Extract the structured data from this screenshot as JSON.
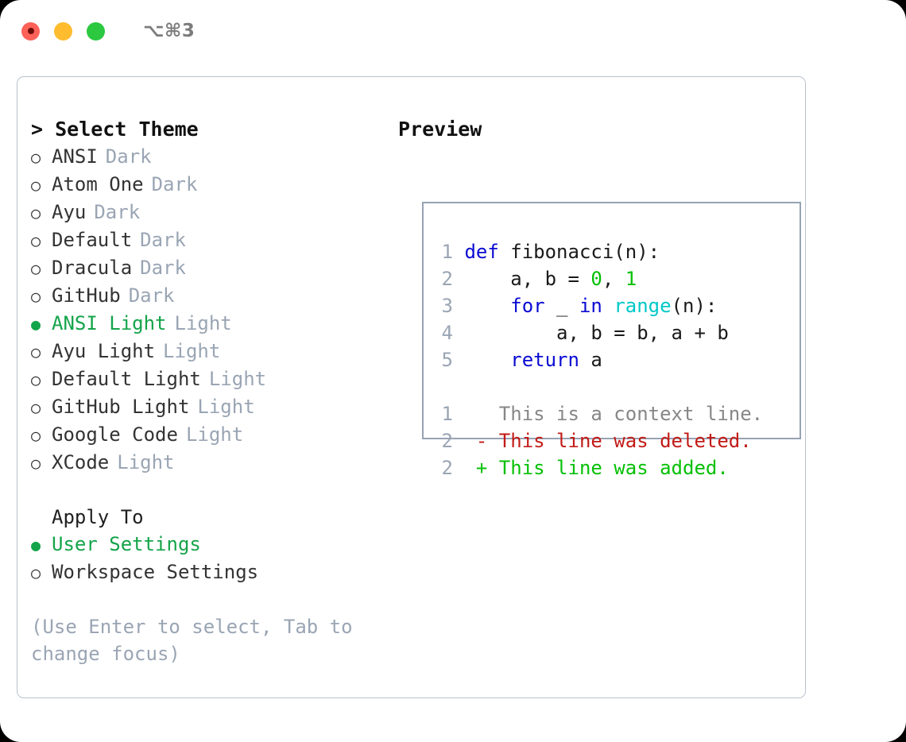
{
  "titlebar": {
    "shortcut": "⌥⌘3",
    "buttons": [
      {
        "name": "close",
        "color": "#fd6158"
      },
      {
        "name": "minimize",
        "color": "#febc2e"
      },
      {
        "name": "maximize",
        "color": "#2bc840"
      }
    ]
  },
  "theme_list": {
    "heading": "> Select Theme",
    "radio_unselected": "○",
    "radio_selected": "●",
    "items": [
      {
        "label": "ANSI",
        "suffix": "Dark",
        "selected": false
      },
      {
        "label": "Atom One",
        "suffix": "Dark",
        "selected": false
      },
      {
        "label": "Ayu",
        "suffix": "Dark",
        "selected": false
      },
      {
        "label": "Default",
        "suffix": "Dark",
        "selected": false
      },
      {
        "label": "Dracula",
        "suffix": "Dark",
        "selected": false
      },
      {
        "label": "GitHub",
        "suffix": "Dark",
        "selected": false
      },
      {
        "label": "ANSI Light",
        "suffix": "Light",
        "selected": true
      },
      {
        "label": "Ayu Light",
        "suffix": "Light",
        "selected": false
      },
      {
        "label": "Default Light",
        "suffix": "Light",
        "selected": false
      },
      {
        "label": "GitHub Light",
        "suffix": "Light",
        "selected": false
      },
      {
        "label": "Google Code",
        "suffix": "Light",
        "selected": false
      },
      {
        "label": "XCode",
        "suffix": "Light",
        "selected": false
      }
    ]
  },
  "apply_to": {
    "heading": "Apply To",
    "items": [
      {
        "label": "User Settings",
        "selected": true
      },
      {
        "label": "Workspace Settings",
        "selected": false
      }
    ]
  },
  "hint": "(Use Enter to select, Tab to change focus)",
  "preview": {
    "heading": "Preview",
    "code_lines": [
      {
        "number": "1",
        "tokens": [
          {
            "text": "def",
            "kind": "kw"
          },
          {
            "text": " fibonacci(n):",
            "kind": "def"
          }
        ]
      },
      {
        "number": "2",
        "tokens": [
          {
            "text": "    a, b = ",
            "kind": "def"
          },
          {
            "text": "0",
            "kind": "num"
          },
          {
            "text": ", ",
            "kind": "def"
          },
          {
            "text": "1",
            "kind": "num"
          }
        ]
      },
      {
        "number": "3",
        "tokens": [
          {
            "text": "    ",
            "kind": "def"
          },
          {
            "text": "for",
            "kind": "kw"
          },
          {
            "text": " _ ",
            "kind": "def"
          },
          {
            "text": "in",
            "kind": "kw"
          },
          {
            "text": " ",
            "kind": "def"
          },
          {
            "text": "range",
            "kind": "fn"
          },
          {
            "text": "(n):",
            "kind": "def"
          }
        ]
      },
      {
        "number": "4",
        "tokens": [
          {
            "text": "        a, b = b, a + b",
            "kind": "def"
          }
        ]
      },
      {
        "number": "5",
        "tokens": [
          {
            "text": "    ",
            "kind": "def"
          },
          {
            "text": "return",
            "kind": "kw"
          },
          {
            "text": " a",
            "kind": "def"
          }
        ]
      }
    ],
    "diff_lines": [
      {
        "number": "1",
        "marker": "  ",
        "text": "This is a context line.",
        "kind": "ctx"
      },
      {
        "number": "2",
        "marker": "- ",
        "text": "This line was deleted.",
        "kind": "del"
      },
      {
        "number": "2",
        "marker": "+ ",
        "text": "This line was added.",
        "kind": "add"
      }
    ]
  },
  "colors": {
    "accent_green": "#14a44a",
    "muted": "#9aa5b4",
    "text": "#333333",
    "keyword": "#0a0ad2",
    "function": "#00c8c8",
    "number": "#05c005",
    "deleted": "#c21b17",
    "added": "#06c006",
    "border": "#b9c1cd",
    "code_border": "#97a3b4"
  }
}
